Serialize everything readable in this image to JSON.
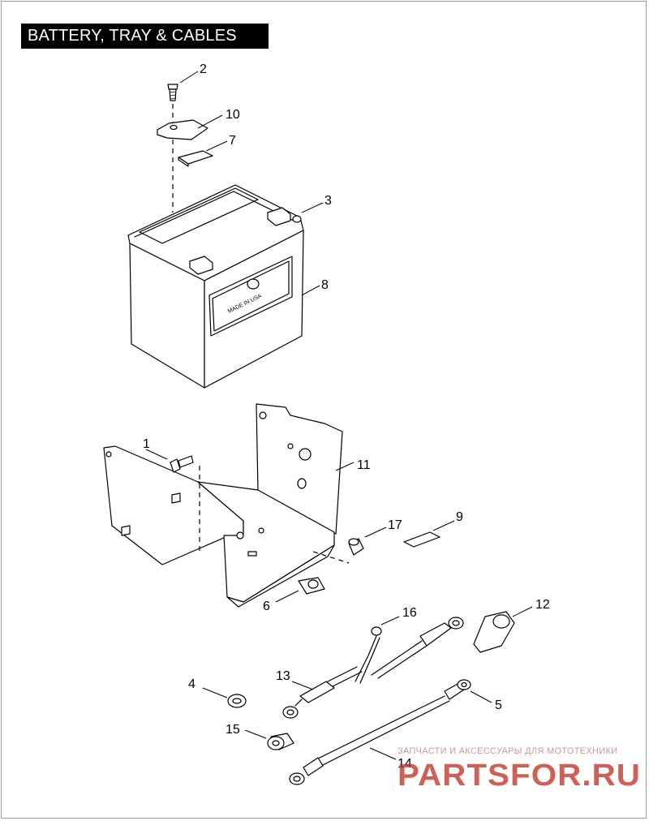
{
  "title": "BATTERY, TRAY & CABLES",
  "battery_label": "MADE IN USA",
  "callouts": [
    "1",
    "2",
    "3",
    "4",
    "5",
    "6",
    "7",
    "8",
    "9",
    "10",
    "11",
    "12",
    "13",
    "14",
    "15",
    "16",
    "17"
  ],
  "watermark": {
    "caption": "ЗАПЧАСТИ И АКСЕССУАРЫ ДЛЯ МОТОТЕХНИКИ",
    "logo_text": "PARTSFOR.RU",
    "color": "#c0392b"
  },
  "colors": {
    "line": "#000000",
    "background": "#ffffff",
    "title_bg": "#000000",
    "title_fg": "#ffffff"
  }
}
